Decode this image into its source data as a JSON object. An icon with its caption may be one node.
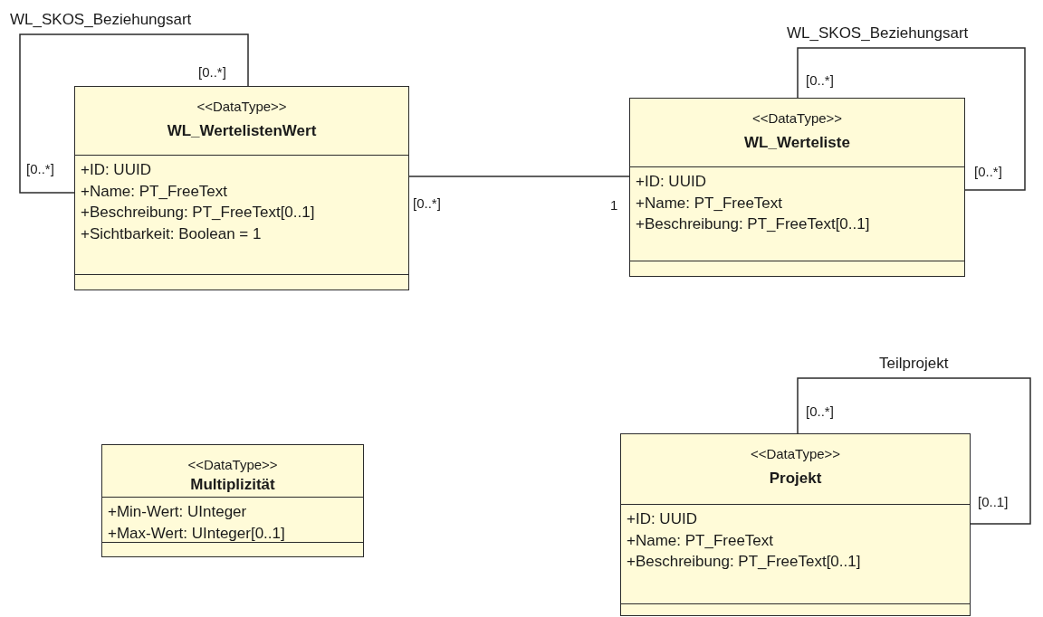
{
  "diagram": {
    "nodes": [
      {
        "text": [
          "<<DataType>>",
          "WL_WertelistenWert",
          "+ID: UUID",
          "+Name: PT_FreeText",
          "+Beschreibung: PT_FreeText[0..1]",
          "+Sichtbarkeit: Boolean = 1"
        ]
      },
      {
        "text": [
          "<<DataType>>",
          "WL_Werteliste",
          "+ID: UUID",
          "+Name: PT_FreeText",
          "+Beschreibung: PT_FreeText[0..1]"
        ]
      },
      {
        "text": [
          "<<DataType>>",
          "Multiplizität",
          "+Min-Wert: UInteger",
          "+Max-Wert: UInteger[0..1]"
        ]
      },
      {
        "text": [
          "<<DataType>>",
          "Projekt",
          "+ID: UUID",
          "+Name: PT_FreeText",
          "+Beschreibung: PT_FreeText[0..1]"
        ]
      }
    ],
    "edges": [
      {
        "from": 0,
        "to": 0,
        "arrow": "none",
        "label": "WL_SKOS_Beziehungsart"
      },
      {
        "from": 0,
        "to": 1,
        "arrow": "none"
      },
      {
        "from": 1,
        "to": 1,
        "arrow": "none",
        "label": "WL_SKOS_Beziehungsart"
      },
      {
        "from": 3,
        "to": 3,
        "arrow": "none",
        "label": "Teilprojekt"
      }
    ],
    "labels": [
      "[0..*]",
      "[0..*]",
      "[0..*]",
      "[0..*]",
      "[0..*]",
      "1",
      "[0..*]",
      "[0..1]"
    ]
  }
}
